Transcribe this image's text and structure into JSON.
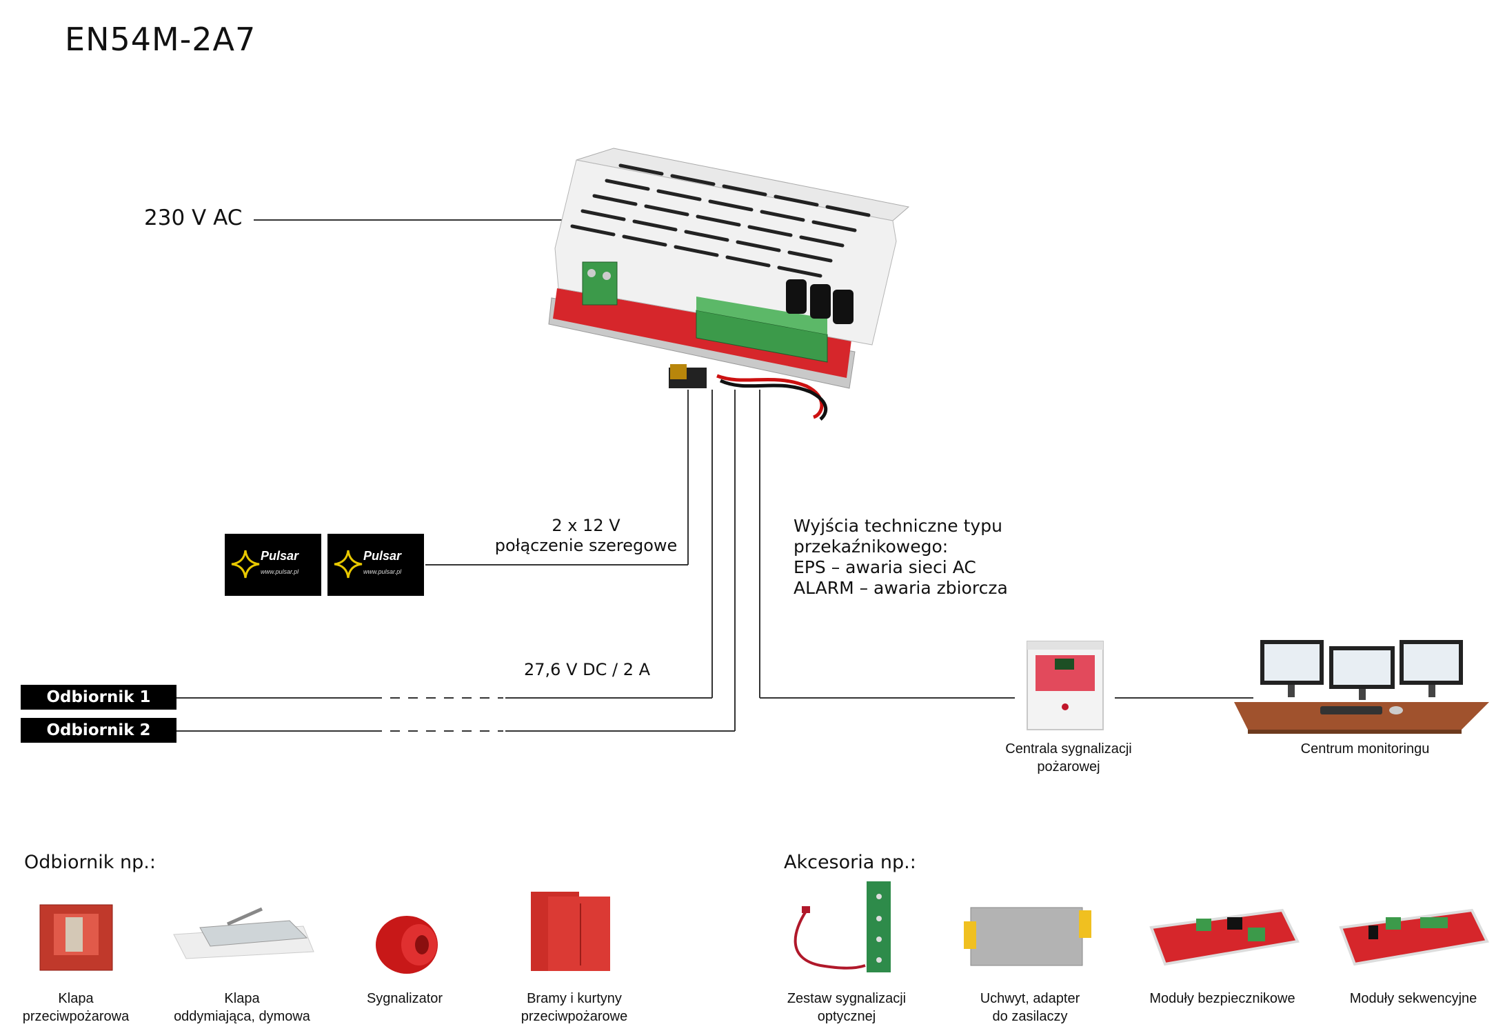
{
  "title": "EN54M-2A7",
  "labels": {
    "ac_input": "230 V AC",
    "battery_line1": "2 x 12 V",
    "battery_line2": "połączenie szeregowe",
    "outputs_line1": "Wyjścia techniczne typu",
    "outputs_line2": "przekaźnikowego:",
    "outputs_line3": "EPS – awaria sieci AC",
    "outputs_line4": "ALARM – awaria zbiorcza",
    "dc_output": "27,6 V DC / 2 A"
  },
  "batteries": [
    {
      "brand": "Pulsar",
      "url": "www.pulsar.pl"
    },
    {
      "brand": "Pulsar",
      "url": "www.pulsar.pl"
    }
  ],
  "receivers": [
    "Odbiornik 1",
    "Odbiornik 2"
  ],
  "nodes": {
    "central_line1": "Centrala sygnalizacji",
    "central_line2": "pożarowej",
    "monitor": "Centrum monitoringu"
  },
  "receiver_section": {
    "header": "Odbiornik np.:",
    "items": [
      {
        "line1": "Klapa",
        "line2": "przeciwpożarowa"
      },
      {
        "line1": "Klapa",
        "line2": "oddymiająca, dymowa"
      },
      {
        "line1": "Sygnalizator",
        "line2": ""
      },
      {
        "line1": "Bramy i kurtyny",
        "line2": "przeciwpożarowe"
      }
    ]
  },
  "accessory_section": {
    "header": "Akcesoria np.:",
    "items": [
      {
        "line1": "Zestaw sygnalizacji",
        "line2": "optycznej"
      },
      {
        "line1": "Uchwyt, adapter",
        "line2": "do zasilaczy"
      },
      {
        "line1": "Moduły bezpiecznikowe",
        "line2": ""
      },
      {
        "line1": "Moduły sekwencyjne",
        "line2": ""
      }
    ]
  },
  "colors": {
    "pcb_red": "#d6262b",
    "terminal_green": "#3c9a4a",
    "wire": "#333333",
    "desk": "#a0522d"
  }
}
